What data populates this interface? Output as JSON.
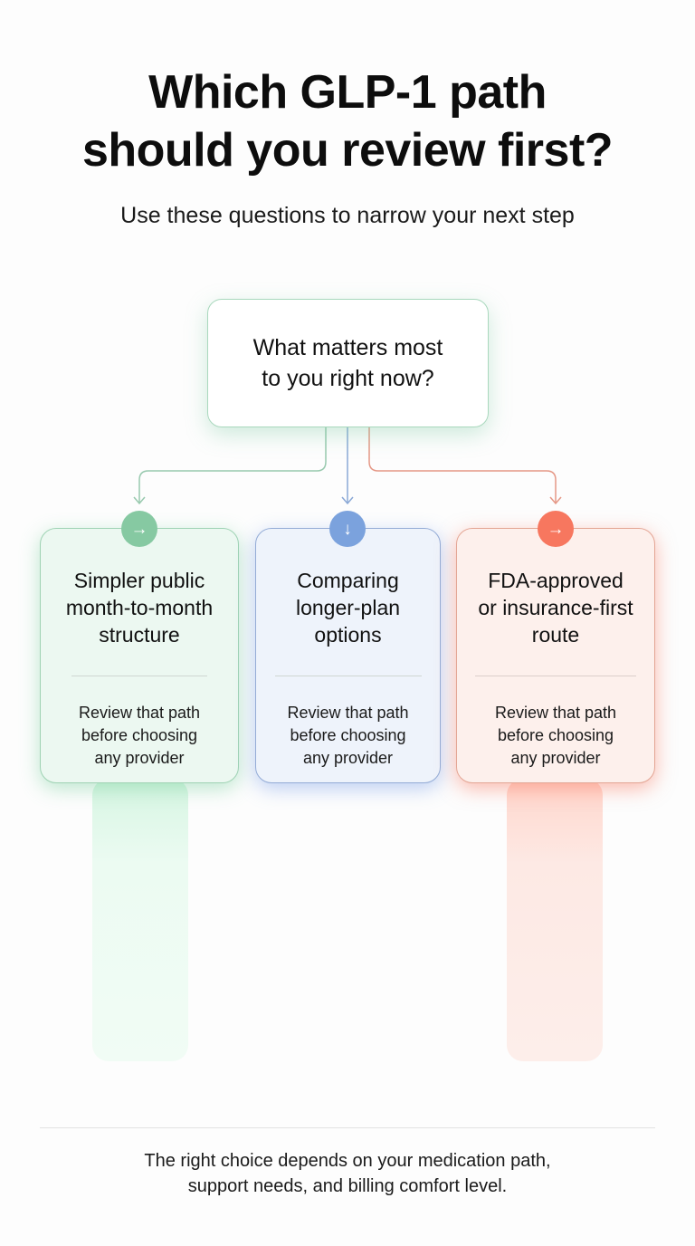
{
  "header": {
    "title_line1": "Which GLP-1 path",
    "title_line2": "should you review first?",
    "subtitle": "Use these questions to narrow your next step"
  },
  "root_question": {
    "line1": "What matters most",
    "line2": "to you right now?"
  },
  "options": [
    {
      "color": "#86c9a2",
      "icon": "arrow-right-icon",
      "icon_glyph": "→",
      "title_lines": [
        "Simpler public",
        "month-to-month",
        "structure"
      ],
      "body_lines": [
        "Review that path",
        "before choosing",
        "any provider"
      ]
    },
    {
      "color": "#7ba2dd",
      "icon": "arrow-down-icon",
      "icon_glyph": "↓",
      "title_lines": [
        "Comparing",
        "longer-plan",
        "options"
      ],
      "body_lines": [
        "Review that path",
        "before choosing",
        "any provider"
      ]
    },
    {
      "color": "#f7775f",
      "icon": "arrow-right-icon",
      "icon_glyph": "→",
      "title_lines": [
        "FDA-approved",
        "or insurance-first",
        "route"
      ],
      "body_lines": [
        "Review that path",
        "before choosing",
        "any provider"
      ]
    }
  ],
  "footer": {
    "line1": "The right choice depends on your medication path,",
    "line2": "support needs, and billing comfort level."
  }
}
